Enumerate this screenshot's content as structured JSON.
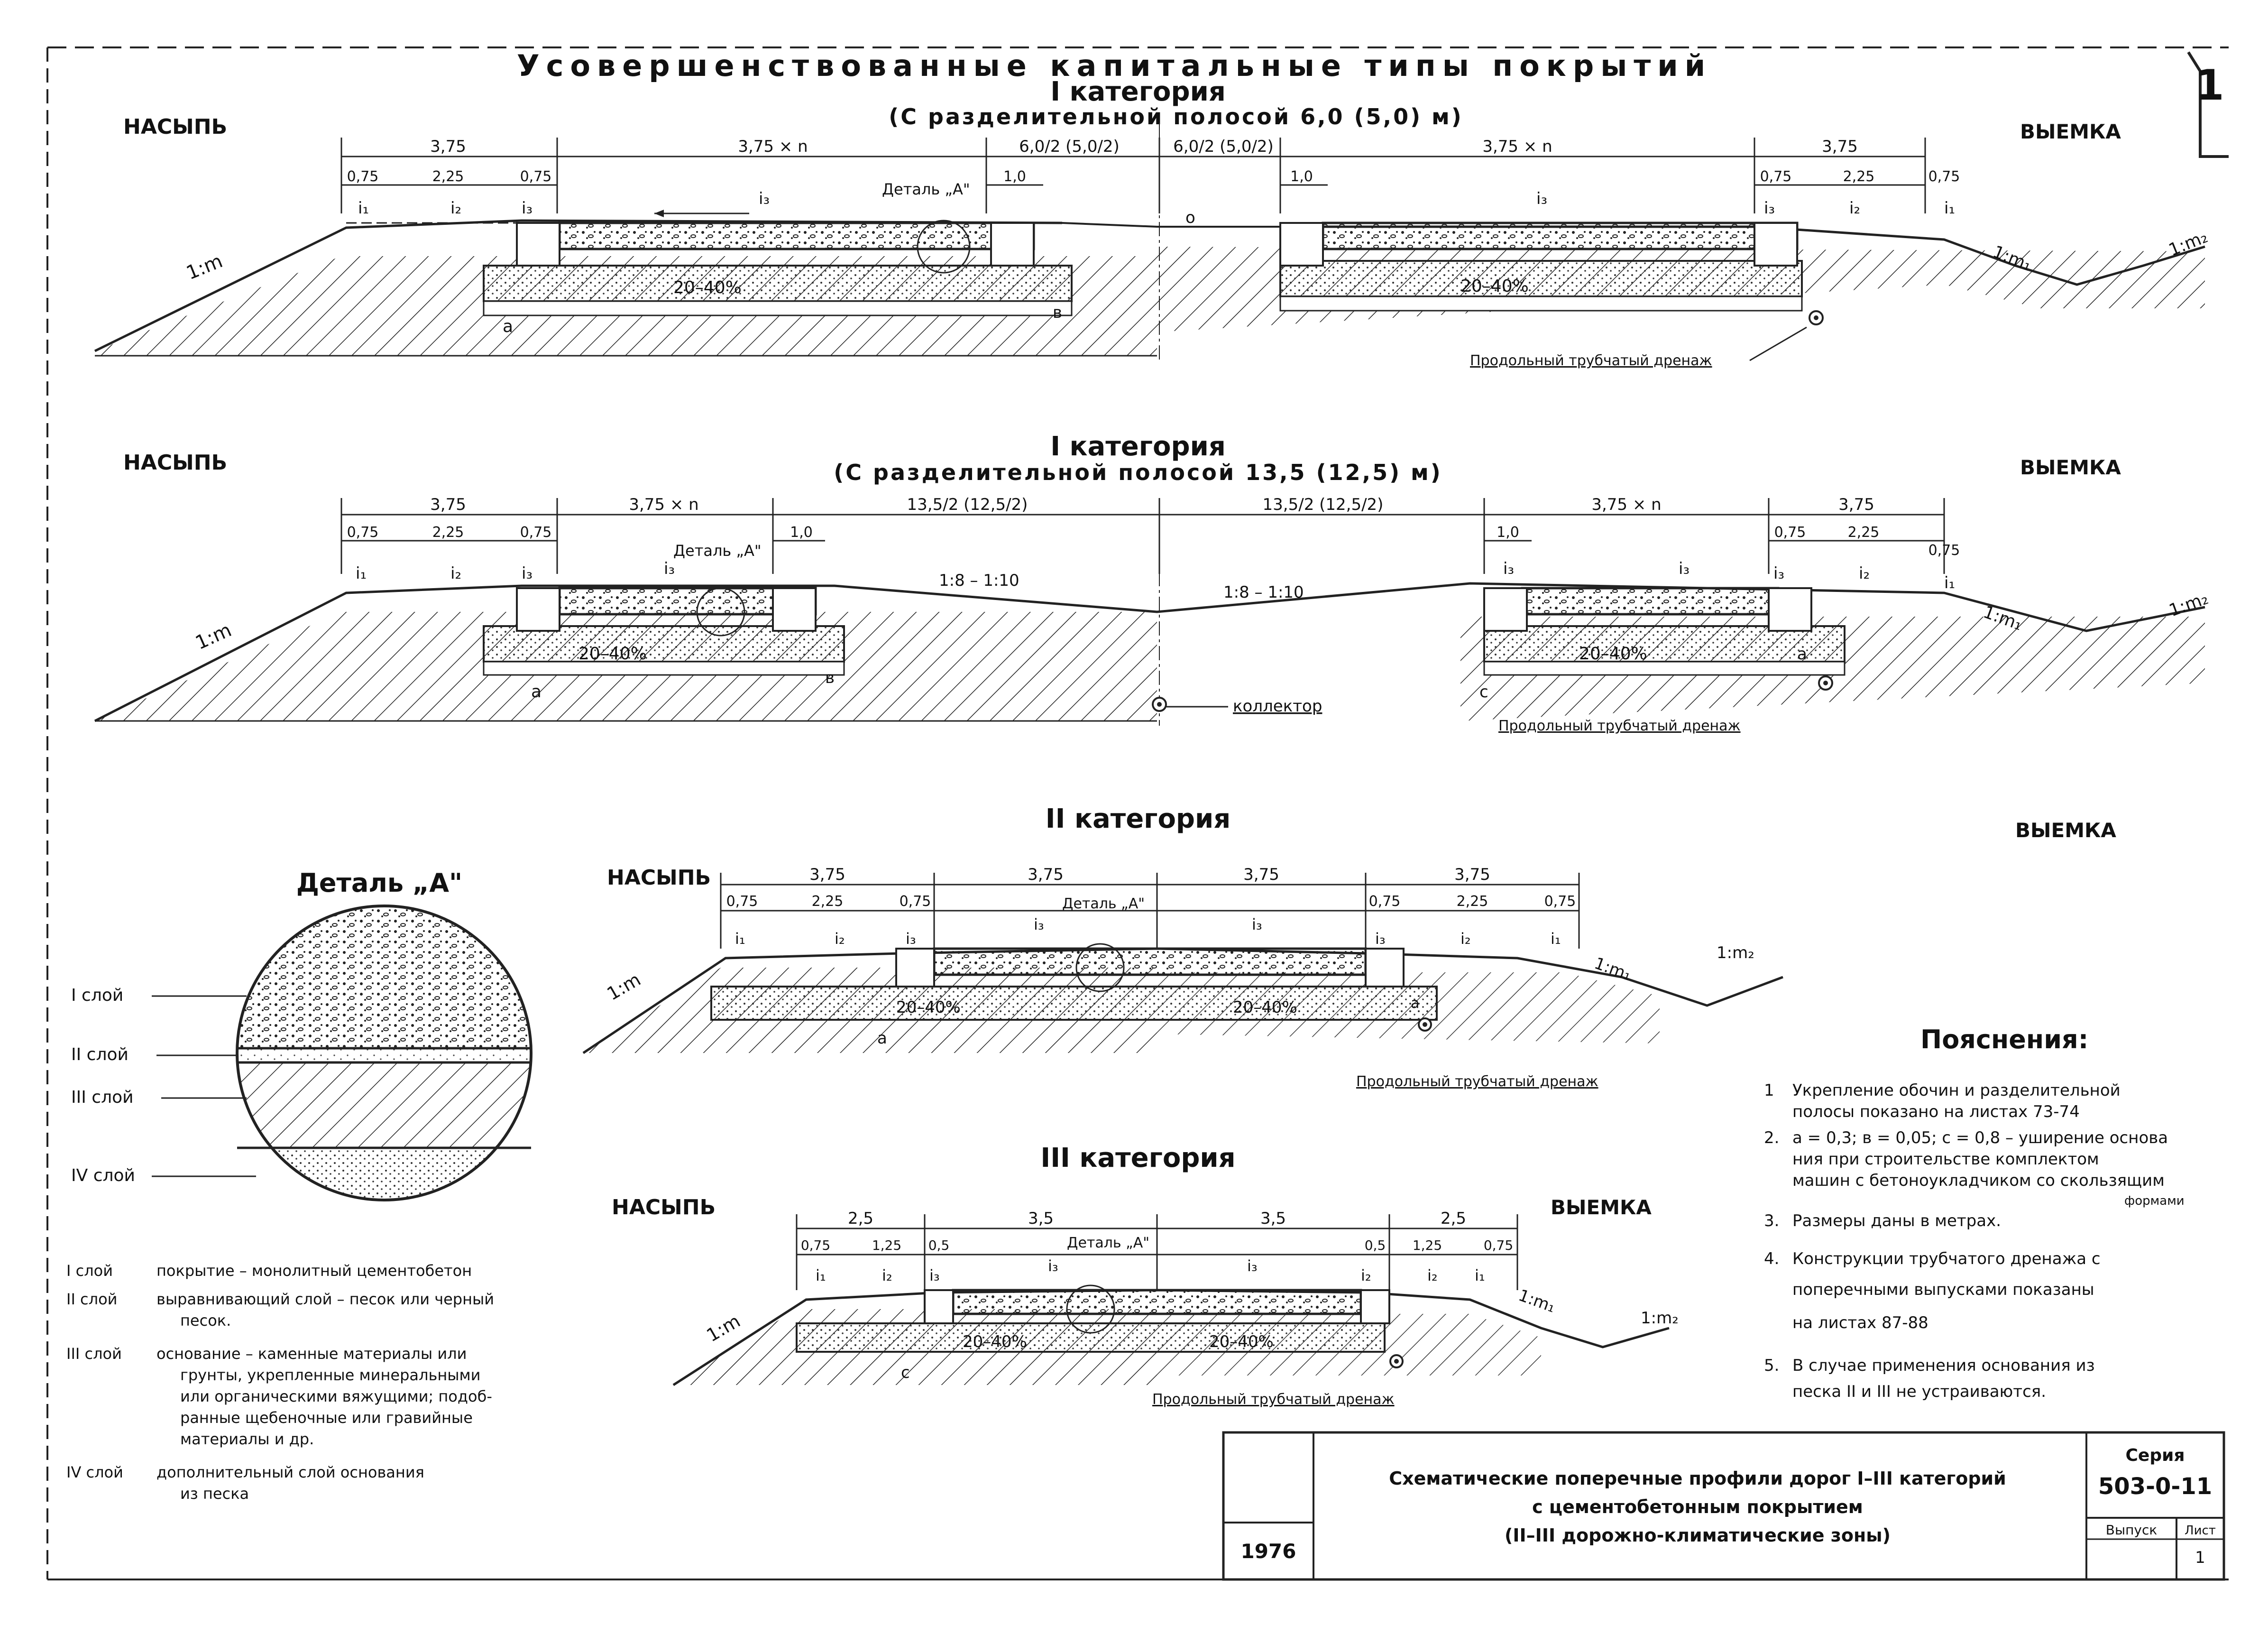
{
  "title": "Усовершенствованные капитальные типы покрытий",
  "sheet_number": "1",
  "labels": {
    "fill": "НАСЫПЬ",
    "cut": "ВЫЕМКА",
    "slope_m": "1:m",
    "slope_m1": "1:m₁",
    "slope_m2": "1:m₂",
    "detail_a": "Деталь „А\"",
    "drain": "Продольный трубчатый дренаж",
    "collector": "коллектор",
    "mix": "20–40%",
    "a": "a",
    "b": "в",
    "c": "c",
    "o": "o",
    "i1": "i₁",
    "i2": "i₂",
    "i3": "i₃",
    "sep_slope": "1:8 – 1:10"
  },
  "profile1": {
    "heading": "I категория",
    "subheading": "(С разделительной полосой 6,0 (5,0) м)",
    "dims_top": [
      "3,75",
      "3,75 × n",
      "6,0/2 (5,0/2)",
      "6,0/2 (5,0/2)",
      "3,75 × n",
      "3,75"
    ],
    "dims_sub": [
      "0,75",
      "2,25",
      "0,75",
      "1,0",
      "1,0",
      "0,75",
      "2,25",
      "0,75"
    ]
  },
  "profile2": {
    "heading": "I категория",
    "subheading": "(С разделительной полосой 13,5 (12,5) м)",
    "dims_top": [
      "3,75",
      "3,75 × n",
      "13,5/2 (12,5/2)",
      "13,5/2 (12,5/2)",
      "3,75 × n",
      "3,75"
    ],
    "dims_sub": [
      "0,75",
      "2,25",
      "0,75",
      "1,0",
      "1,0",
      "0,75",
      "2,25",
      "0,75"
    ]
  },
  "profile3": {
    "heading": "II категория",
    "dims_top": [
      "3,75",
      "3,75",
      "3,75",
      "3,75"
    ],
    "dims_sub": [
      "0,75",
      "2,25",
      "0,75",
      "0,75",
      "2,25",
      "0,75"
    ]
  },
  "profile4": {
    "heading": "III категория",
    "dims_top": [
      "2,5",
      "3,5",
      "3,5",
      "2,5"
    ],
    "dims_sub": [
      "0,75",
      "1,25",
      "0,5",
      "0,5",
      "1,25",
      "0,75"
    ]
  },
  "detail": {
    "title": "Деталь „А\"",
    "layers": [
      "I слой",
      "II слой",
      "III слой",
      "IV слой"
    ]
  },
  "legend": [
    {
      "key": "I слой",
      "lines": [
        "покрытие – монолитный цементобетон"
      ]
    },
    {
      "key": "II слой",
      "lines": [
        "выравнивающий слой – песок или черный",
        "песок."
      ]
    },
    {
      "key": "III слой",
      "lines": [
        "основание – каменные материалы или",
        "грунты, укрепленные минеральными",
        "или органическими вяжущими; подоб-",
        "ранные щебеночные или гравийные",
        "материалы и др."
      ]
    },
    {
      "key": "IV слой",
      "lines": [
        "дополнительный слой основания",
        "из песка"
      ]
    }
  ],
  "notes": {
    "title": "Пояснения:",
    "items": [
      {
        "n": "1",
        "lines": [
          "Укрепление обочин и разделительной",
          "полосы показано на листах 73-74"
        ]
      },
      {
        "n": "2.",
        "lines": [
          "a = 0,3;  в = 0,05;  c = 0,8 – уширение основа",
          "ния при строительстве комплектом",
          "машин с бетоноукладчиком со скользящим",
          "формами"
        ]
      },
      {
        "n": "3.",
        "lines": [
          "Размеры даны в метрах."
        ]
      },
      {
        "n": "4.",
        "lines": [
          "Конструкции трубчатого дренажа с",
          "поперечными выпусками показаны",
          "на листах 87-88"
        ]
      },
      {
        "n": "5.",
        "lines": [
          "В случае применения основания из",
          "песка II и III не устраиваются."
        ]
      }
    ]
  },
  "stamp": {
    "year": "1976",
    "title_lines": [
      "Схематические поперечные профили дорог I–III категорий",
      "с цементобетонным покрытием",
      "(II–III дорожно-климатические зоны)"
    ],
    "series_label": "Серия",
    "series_value": "503-0-11",
    "issue_label": "Выпуск",
    "sheet_label": "Лист",
    "sheet_value": "1"
  }
}
